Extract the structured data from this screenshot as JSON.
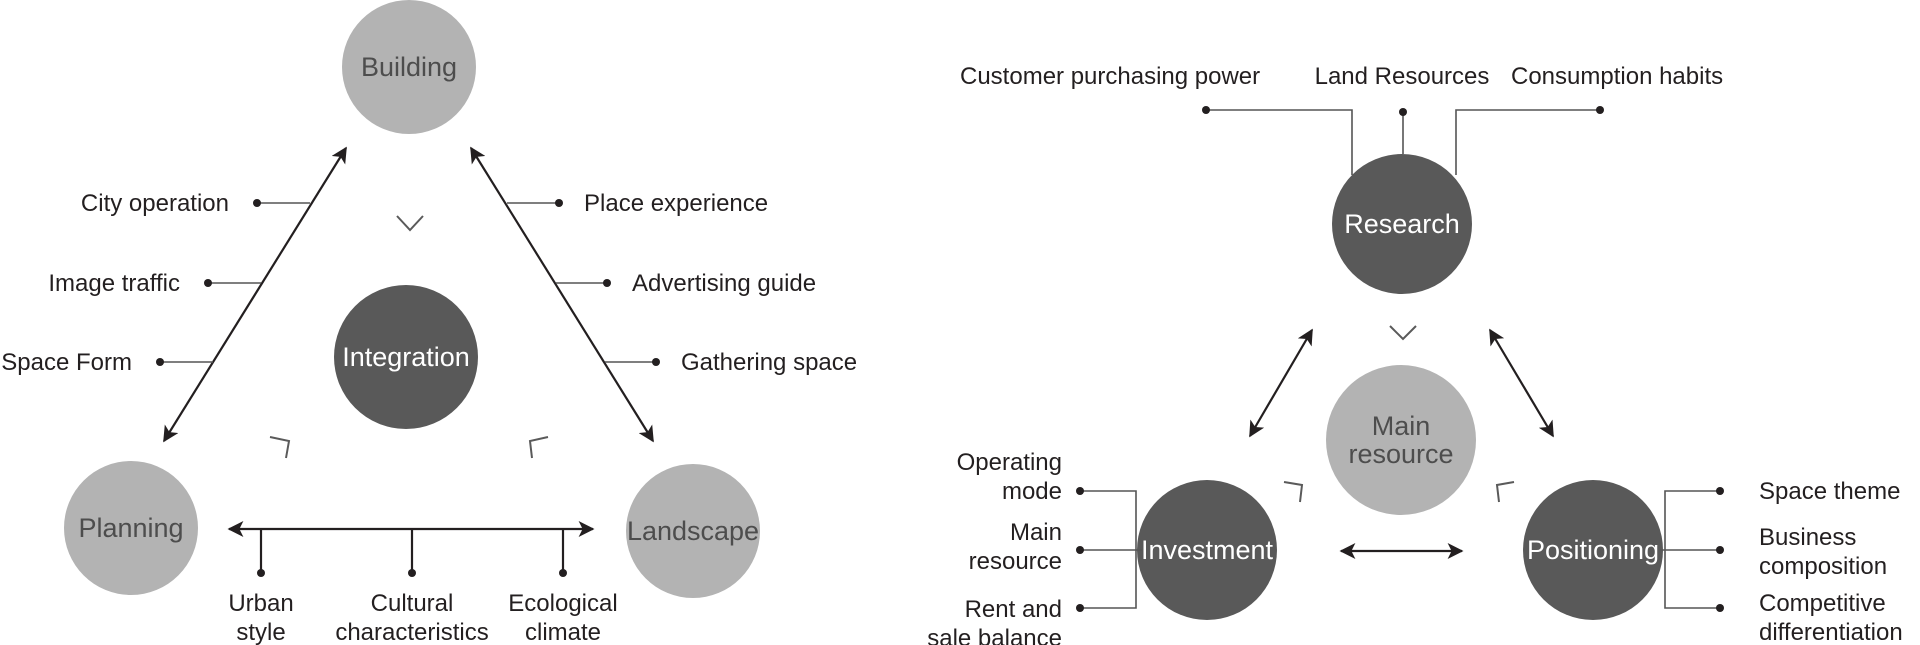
{
  "colors": {
    "light_node": "#b3b3b3",
    "dark_node": "#595959",
    "light_node_text": "#4d4d4d",
    "dark_node_text": "#ffffff",
    "line": "#231f20",
    "label": "#231f20"
  },
  "left_diagram": {
    "center_node": {
      "label": "Integration",
      "style": "dark"
    },
    "nodes": {
      "top": {
        "label": "Building",
        "style": "light"
      },
      "left": {
        "label": "Planning",
        "style": "light"
      },
      "right": {
        "label": "Landscape",
        "style": "light"
      }
    },
    "left_edge_labels": [
      "City operation",
      "Image traffic",
      "Space Form"
    ],
    "right_edge_labels": [
      "Place experience",
      "Advertising guide",
      "Gathering space"
    ],
    "bottom_edge_labels": [
      [
        "Urban",
        "style"
      ],
      [
        "Cultural",
        "characteristics"
      ],
      [
        "Ecological",
        "climate"
      ]
    ]
  },
  "right_diagram": {
    "center_node": {
      "label": [
        "Main",
        "resource"
      ],
      "style": "light"
    },
    "nodes": {
      "top": {
        "label": "Research",
        "style": "dark"
      },
      "left": {
        "label": "Investment",
        "style": "dark"
      },
      "right": {
        "label": "Positioning",
        "style": "dark"
      }
    },
    "top_labels": [
      "Customer purchasing power",
      "Land Resources",
      "Consumption habits"
    ],
    "left_labels": [
      [
        "Operating",
        "mode"
      ],
      [
        "Main",
        "resource"
      ],
      [
        "Rent and",
        "sale balance"
      ]
    ],
    "right_labels": [
      [
        "Space theme"
      ],
      [
        "Business",
        "composition"
      ],
      [
        "Competitive",
        "differentiation"
      ]
    ]
  }
}
